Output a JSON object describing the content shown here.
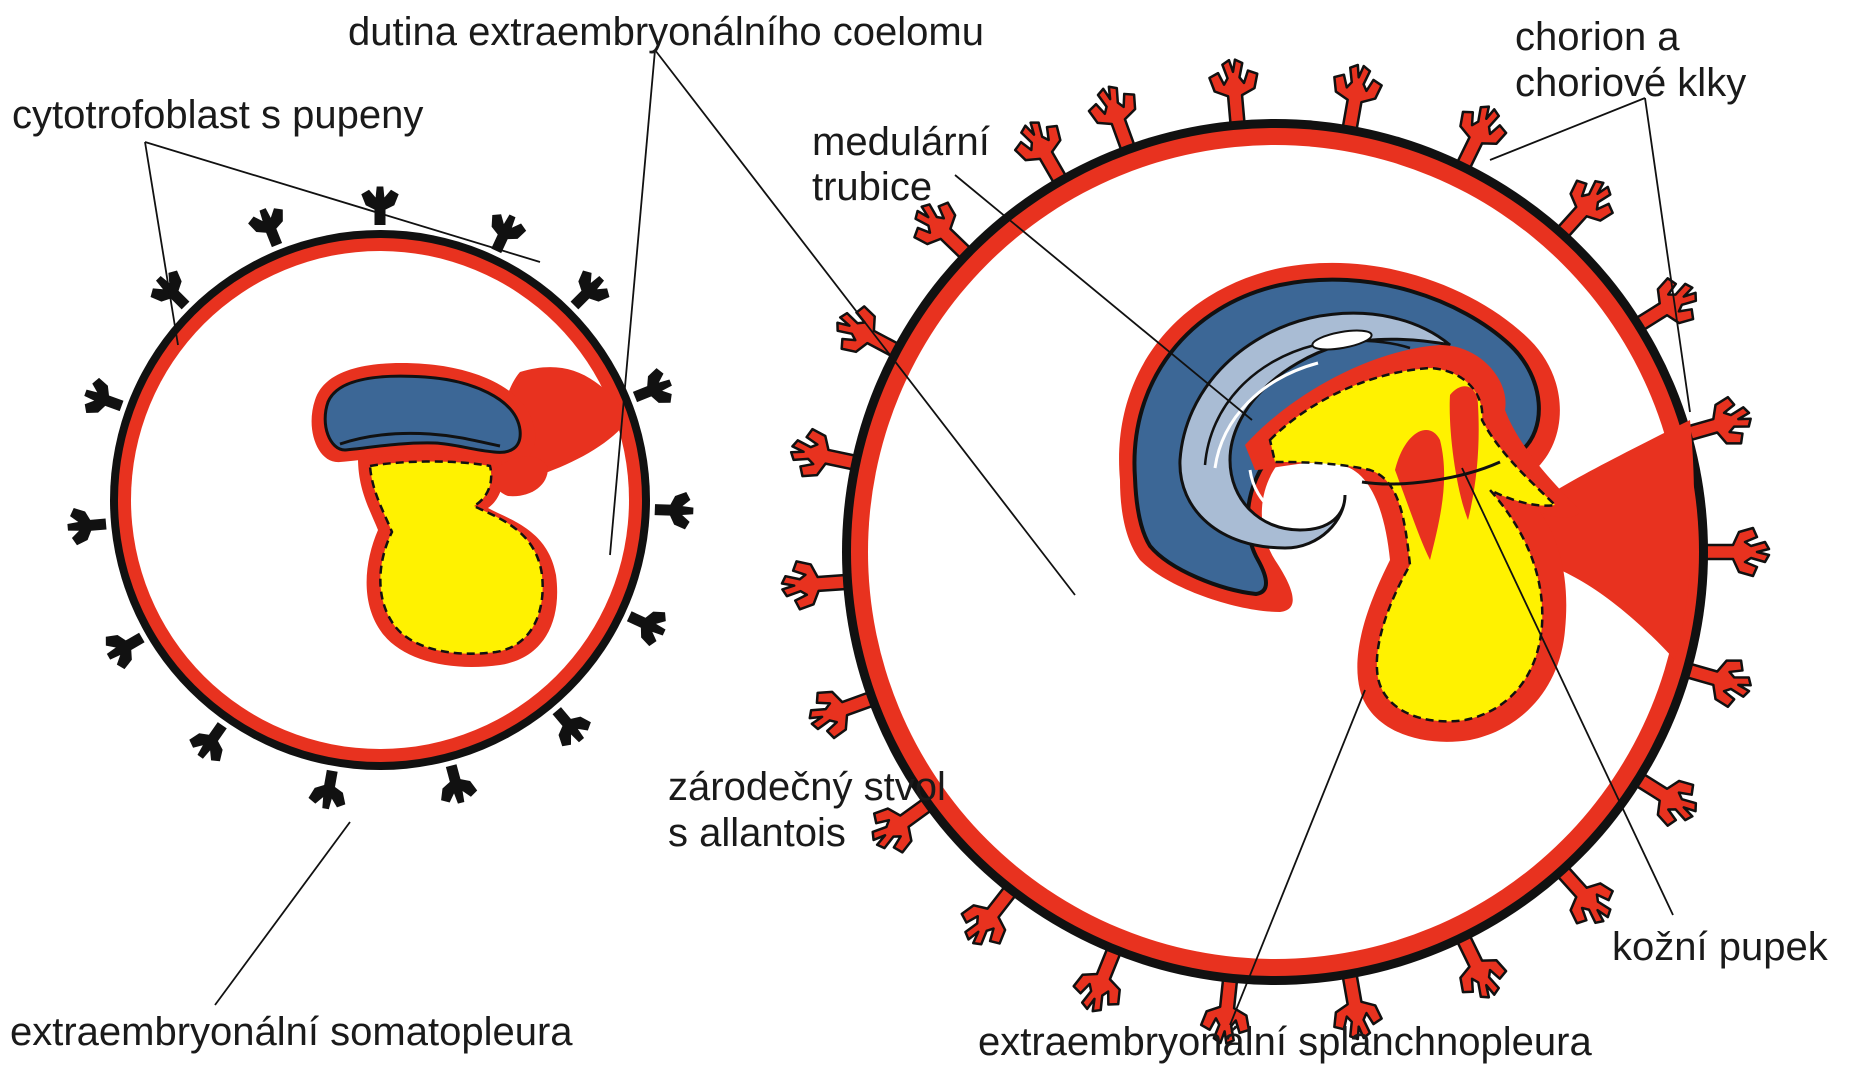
{
  "labels": {
    "coelom_cavity": "dutina extraembryonálního coelomu",
    "cytotrophoblast": "cytotrofoblast s pupeny",
    "somatopleura": "extraembryonální somatopleura",
    "stalk_line1": "zárodečný stvol",
    "stalk_line2": "s allantois",
    "chorion_line1": "chorion a",
    "chorion_line2": "choriové klky",
    "neural_line1": "medulární",
    "neural_line2": "trubice",
    "umbilicus": "kožní pupek",
    "splanchnopleura": "extraembryonální splanchnopleura"
  },
  "colors": {
    "mesoderm_red": "#e8321f",
    "ectoderm_blue": "#3c6796",
    "neural_light_blue": "#a9bcd4",
    "yolk_yellow": "#fff200",
    "trophoblast_black": "#111111"
  }
}
